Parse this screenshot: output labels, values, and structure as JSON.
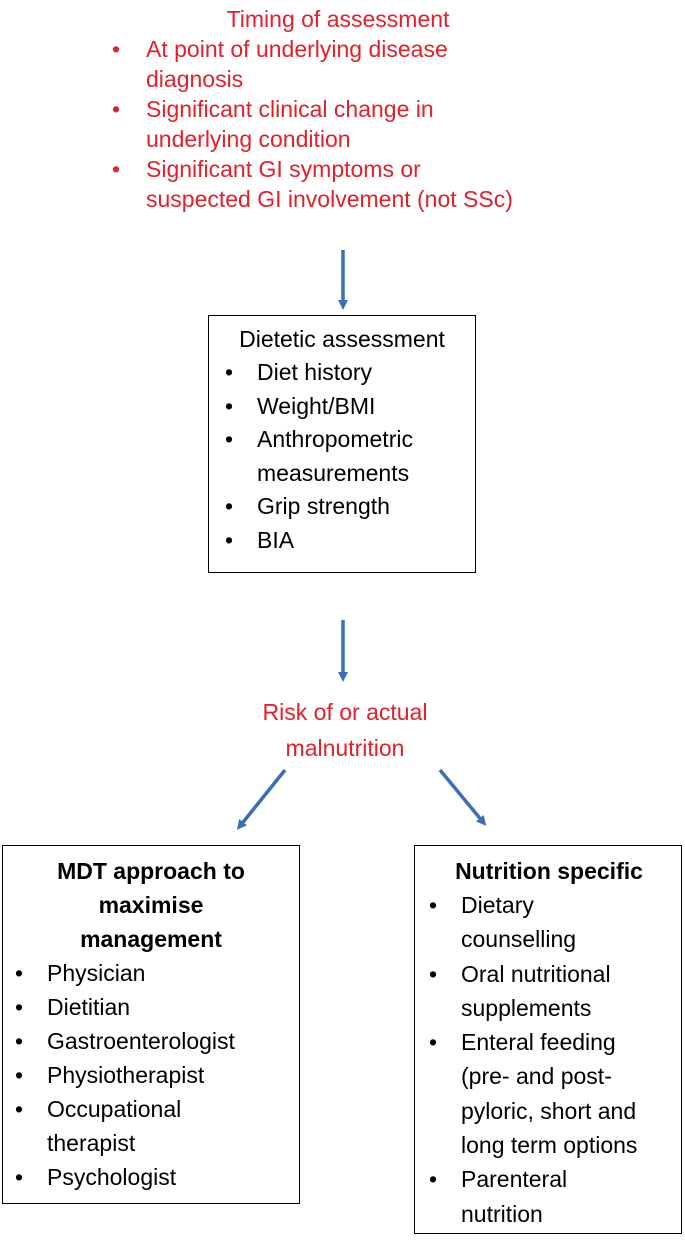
{
  "colors": {
    "accent_red": "#e2202a",
    "arrow_blue": "#3a6fb8",
    "text": "#000000"
  },
  "timing": {
    "title": "Timing of assessment",
    "items": [
      "At point of underlying disease\ndiagnosis",
      "Significant clinical change in\nunderlying condition",
      "Significant GI symptoms or\nsuspected GI involvement (not SSc)"
    ]
  },
  "dietetic": {
    "title": "Dietetic assessment",
    "items": [
      "Diet history",
      "Weight/BMI",
      "Anthropometric\nmeasurements",
      "Grip strength",
      "BIA"
    ]
  },
  "risk": {
    "label": "Risk of or actual\nmalnutrition"
  },
  "mdt": {
    "title": "MDT approach to\nmaximise\nmanagement",
    "items": [
      "Physician",
      "Dietitian",
      "Gastroenterologist",
      "Physiotherapist",
      "Occupational\ntherapist",
      "Psychologist"
    ]
  },
  "nutrition": {
    "title": "Nutrition specific",
    "items": [
      "Dietary\ncounselling",
      "Oral nutritional\nsupplements",
      "Enteral feeding\n(pre- and post-\npyloric, short and\nlong term options",
      "Parenteral\nnutrition"
    ]
  }
}
